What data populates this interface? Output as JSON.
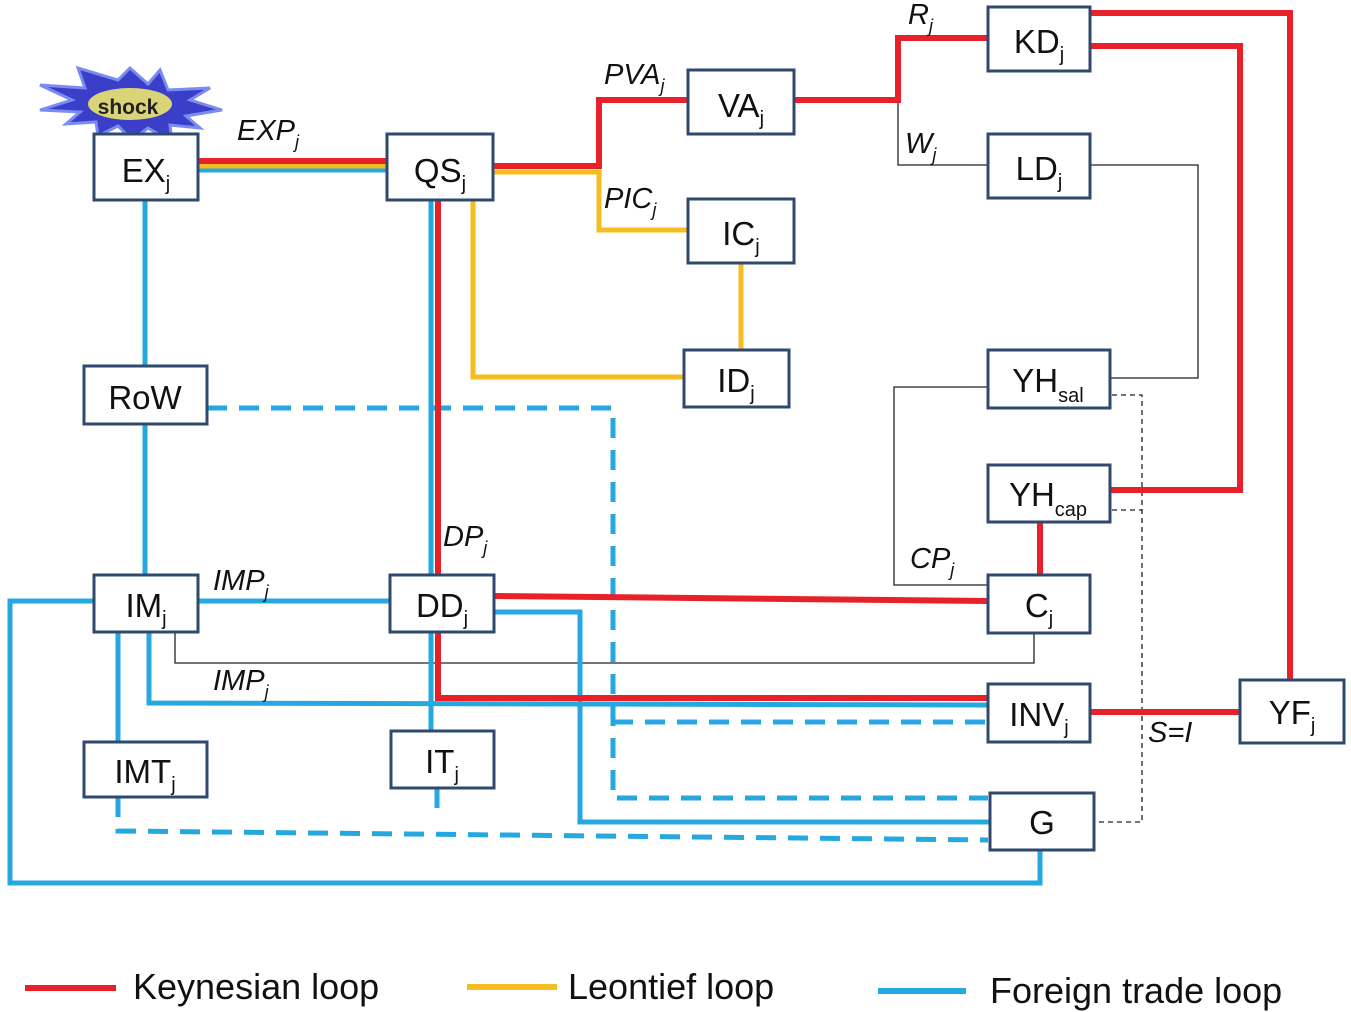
{
  "nodes": {
    "EX": {
      "main": "EX",
      "sub": "j"
    },
    "QS": {
      "main": "QS",
      "sub": "j"
    },
    "VA": {
      "main": "VA",
      "sub": "j"
    },
    "IC": {
      "main": "IC",
      "sub": "j"
    },
    "ID": {
      "main": "ID",
      "sub": "j"
    },
    "KD": {
      "main": "KD",
      "sub": "j"
    },
    "LD": {
      "main": "LD",
      "sub": "j"
    },
    "RoW": {
      "main": "RoW",
      "sub": ""
    },
    "YHsal": {
      "main": "YH",
      "sub": "sal"
    },
    "YHcap": {
      "main": "YH",
      "sub": "cap"
    },
    "IM": {
      "main": "IM",
      "sub": "j"
    },
    "DD": {
      "main": "DD",
      "sub": "j"
    },
    "C": {
      "main": "C",
      "sub": "j"
    },
    "INV": {
      "main": "INV",
      "sub": "j"
    },
    "YF": {
      "main": "YF",
      "sub": "j"
    },
    "IMT": {
      "main": "IMT",
      "sub": "j"
    },
    "IT": {
      "main": "IT",
      "sub": "j"
    },
    "G": {
      "main": "G",
      "sub": ""
    }
  },
  "edge_labels": {
    "EXP": {
      "main": "EXP",
      "sub": "j"
    },
    "PVA": {
      "main": "PVA",
      "sub": "j"
    },
    "PIC": {
      "main": "PIC",
      "sub": "j"
    },
    "R": {
      "main": "R",
      "sub": "j"
    },
    "W": {
      "main": "W",
      "sub": "j"
    },
    "DP": {
      "main": "DP",
      "sub": "j"
    },
    "IMP1": {
      "main": "IMP",
      "sub": "j"
    },
    "IMP2": {
      "main": "IMP",
      "sub": "j"
    },
    "CP": {
      "main": "CP",
      "sub": "j"
    },
    "SI": {
      "main": "S=I",
      "sub": ""
    }
  },
  "shock_label": "shock",
  "legend": [
    {
      "label": "Keynesian loop",
      "color": "#e8202a"
    },
    {
      "label": "Leontief loop",
      "color": "#f5bd1f"
    },
    {
      "label": "Foreign trade loop",
      "color": "#25a8e0"
    }
  ],
  "colors": {
    "keynesian": "#e8202a",
    "leontief": "#f5bd1f",
    "foreign_trade": "#25a8e0",
    "box_border": "#2f4a6e"
  }
}
